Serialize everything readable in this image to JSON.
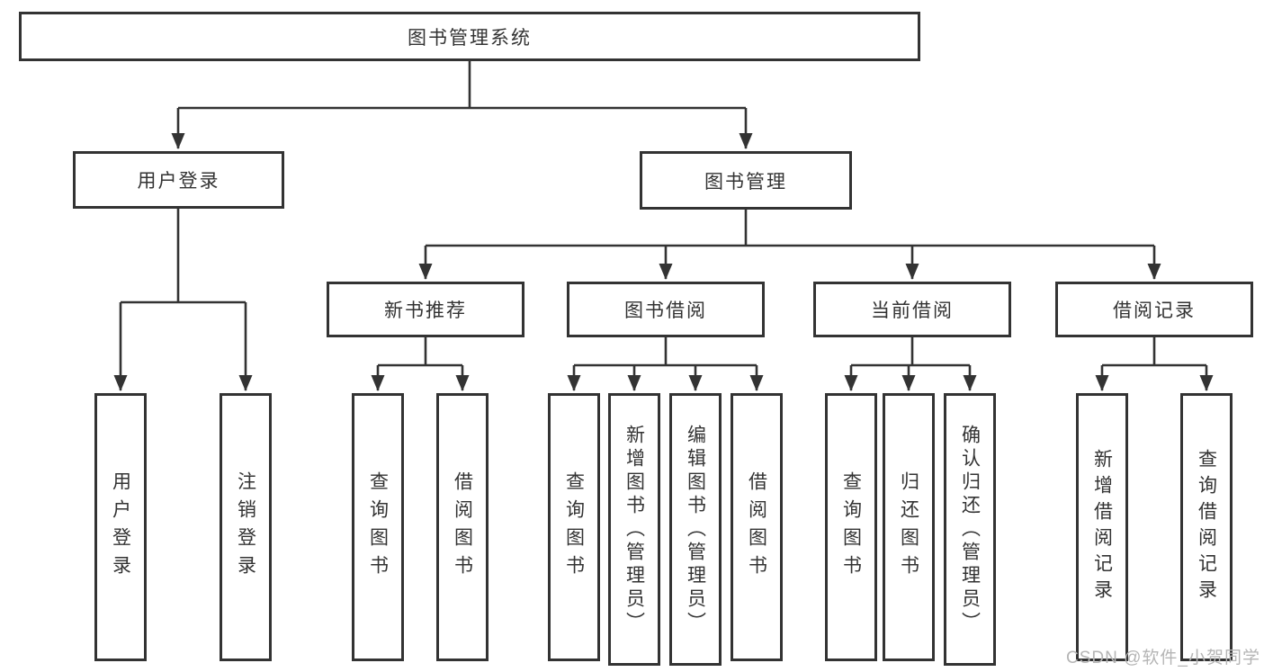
{
  "diagram": {
    "title": "图书管理系统",
    "nodes": {
      "root": {
        "label": "图书管理系统"
      },
      "user_login": {
        "label": "用户登录"
      },
      "book_management": {
        "label": "图书管理"
      },
      "new_book_recommend": {
        "label": "新书推荐"
      },
      "book_borrowing": {
        "label": "图书借阅"
      },
      "current_borrowing": {
        "label": "当前借阅"
      },
      "borrowing_records": {
        "label": "借阅记录"
      },
      "leaves": {
        "login_user_login": {
          "label": "用户登录"
        },
        "login_logout": {
          "label": "注销登录"
        },
        "recommend_query_books": {
          "label": "查询图书"
        },
        "recommend_borrow_books": {
          "label": "借阅图书"
        },
        "borrow_query_books": {
          "label": "查询图书"
        },
        "borrow_add_books": {
          "label": "新增图书（管理员）"
        },
        "borrow_edit_books": {
          "label": "编辑图书（管理员）"
        },
        "borrow_borrow_books": {
          "label": "借阅图书"
        },
        "current_query_books": {
          "label": "查询图书"
        },
        "current_return_books": {
          "label": "归还图书"
        },
        "current_confirm_return": {
          "label": "确认归还（管理员）"
        },
        "records_add_record": {
          "label": "新增借阅记录"
        },
        "records_query_record": {
          "label": "查询借阅记录"
        }
      }
    },
    "colors": {
      "line": "#333333",
      "box_border": "#333333",
      "box_fill": "#ffffff",
      "text": "#333333",
      "watermark_text": "#b5b5b5"
    }
  },
  "watermark": "CSDN @软件_小贺同学"
}
